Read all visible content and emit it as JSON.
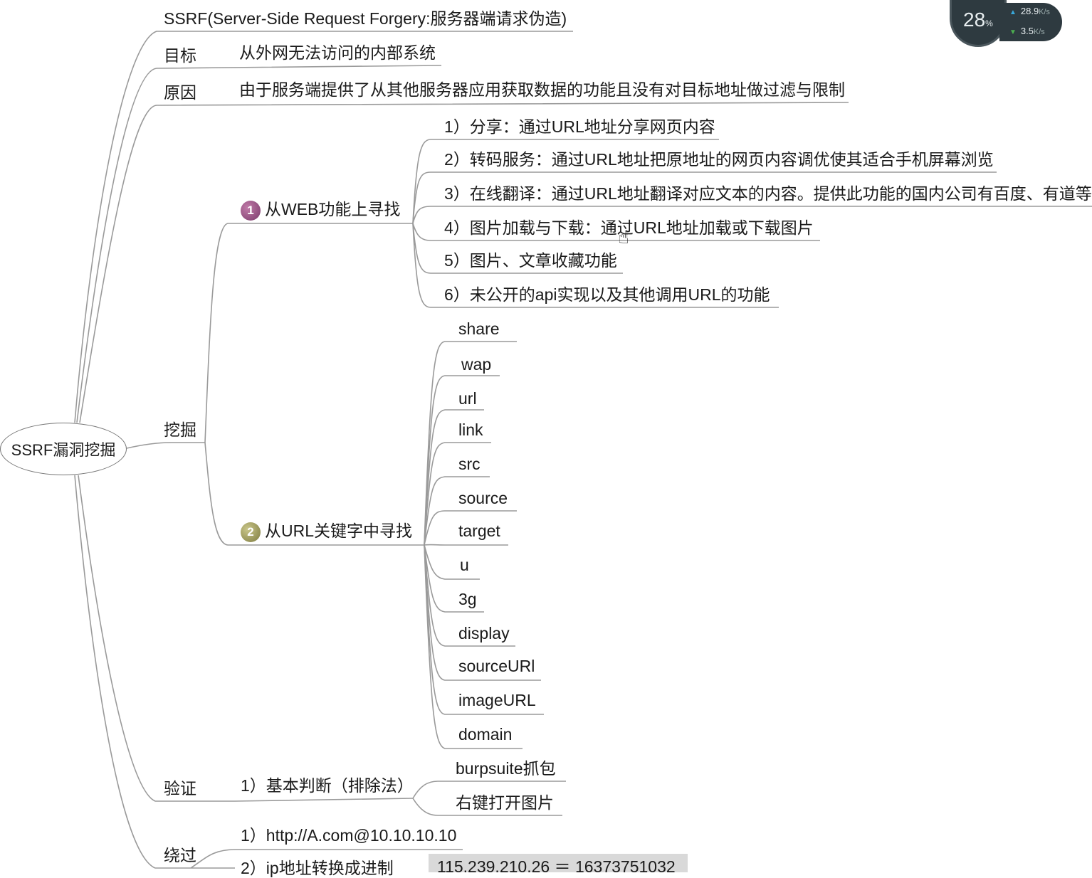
{
  "root": {
    "label": "SSRF漏洞挖掘"
  },
  "topic_title": "SSRF(Server-Side Request Forgery:服务器端请求伪造)",
  "branches": {
    "target": {
      "label": "目标",
      "detail": "从外网无法访问的内部系统"
    },
    "cause": {
      "label": "原因",
      "detail": "由于服务端提供了从其他服务器应用获取数据的功能且没有对目标地址做过滤与限制"
    },
    "mining": {
      "label": "挖掘",
      "web": {
        "badge": "1",
        "label": "从WEB功能上寻找",
        "items": [
          "1）分享：通过URL地址分享网页内容",
          "2）转码服务：通过URL地址把原地址的网页内容调优使其适合手机屏幕浏览",
          "3）在线翻译：通过URL地址翻译对应文本的内容。提供此功能的国内公司有百度、有道等",
          "4）图片加载与下载：通过URL地址加载或下载图片",
          "5）图片、文章收藏功能",
          "6）未公开的api实现以及其他调用URL的功能"
        ]
      },
      "url": {
        "badge": "2",
        "label": "从URL关键字中寻找",
        "keywords": [
          "share",
          "wap",
          "url",
          "link",
          "src",
          "source",
          "target",
          "u",
          "3g",
          "display",
          "sourceURl",
          "imageURL",
          "domain"
        ]
      }
    },
    "verify": {
      "label": "验证",
      "basic": "1）基本判断（排除法）",
      "items": [
        "burpsuite抓包",
        "右键打开图片"
      ]
    },
    "bypass": {
      "label": "绕过",
      "item1": "1）http://A.com@10.10.10.10",
      "item2": "2）ip地址转换成进制",
      "item2_value": "115.239.210.26 ＝ 16373751032"
    }
  },
  "net_widget": {
    "percent": "28",
    "percent_unit": "%",
    "up": "28.9",
    "up_unit": "K/s",
    "down": "3.5",
    "down_unit": "K/s"
  }
}
